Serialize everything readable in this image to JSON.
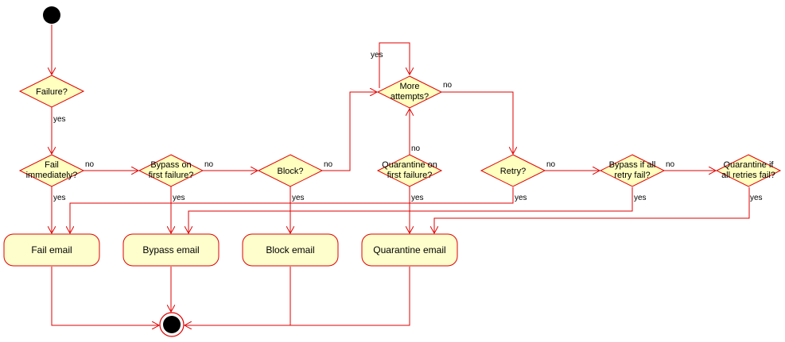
{
  "decisions": {
    "failure": [
      "Failure?"
    ],
    "fail_immediately": [
      "Fail",
      "immediately?"
    ],
    "bypass_first": [
      "Bypass on",
      "first failure?"
    ],
    "block": [
      "Block?"
    ],
    "quarantine_first": [
      "Quarantine on",
      "first failure?"
    ],
    "more_attempts": [
      "More",
      "attempts?"
    ],
    "retry": [
      "Retry?"
    ],
    "bypass_all": [
      "Bypass if all",
      "retry fail?"
    ],
    "quarantine_all": [
      "Quarantine if",
      "all retries fail?"
    ]
  },
  "actions": {
    "fail": "Fail email",
    "bypass": "Bypass email",
    "block": "Block email",
    "quarantine": "Quarantine email"
  },
  "edge_labels": {
    "yes": "yes",
    "no": "no"
  },
  "colors": {
    "stroke": "#e00000",
    "decision_fill": "#ffffc0",
    "action_fill": "#fefecd",
    "node_fill": "#000000"
  }
}
